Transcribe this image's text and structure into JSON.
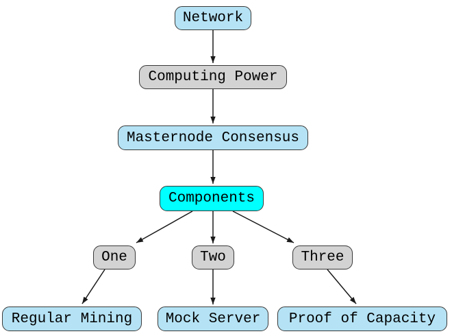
{
  "diagram": {
    "background": "#ffffff",
    "nodes": [
      {
        "id": "network",
        "label": "Network",
        "fill": "#b5e3f5"
      },
      {
        "id": "computing-power",
        "label": "Computing Power",
        "fill": "#d3d3d3"
      },
      {
        "id": "masternode",
        "label": "Masternode Consensus",
        "fill": "#b5e3f5"
      },
      {
        "id": "components",
        "label": "Components",
        "fill": "#00ffff"
      },
      {
        "id": "one",
        "label": "One",
        "fill": "#d3d3d3"
      },
      {
        "id": "two",
        "label": "Two",
        "fill": "#d3d3d3"
      },
      {
        "id": "three",
        "label": "Three",
        "fill": "#d3d3d3"
      },
      {
        "id": "regular-mining",
        "label": "Regular Mining",
        "fill": "#b5e3f5"
      },
      {
        "id": "mock-server",
        "label": "Mock Server",
        "fill": "#b5e3f5"
      },
      {
        "id": "proof-of-capacity",
        "label": "Proof of Capacity",
        "fill": "#b5e3f5"
      }
    ],
    "edges": [
      {
        "from": "Network",
        "to": "Computing Power"
      },
      {
        "from": "Computing Power",
        "to": "Masternode Consensus"
      },
      {
        "from": "Masternode Consensus",
        "to": "Components"
      },
      {
        "from": "Components",
        "to": "One"
      },
      {
        "from": "Components",
        "to": "Two"
      },
      {
        "from": "Components",
        "to": "Three"
      },
      {
        "from": "One",
        "to": "Regular Mining"
      },
      {
        "from": "Two",
        "to": "Mock Server"
      },
      {
        "from": "Three",
        "to": "Proof of Capacity"
      }
    ],
    "colors": {
      "light_blue": "#b5e3f5",
      "cyan": "#00ffff",
      "light_gray": "#d3d3d3",
      "node_border": "#383838",
      "edge": "#1a1a1a",
      "text": "#000000"
    }
  }
}
